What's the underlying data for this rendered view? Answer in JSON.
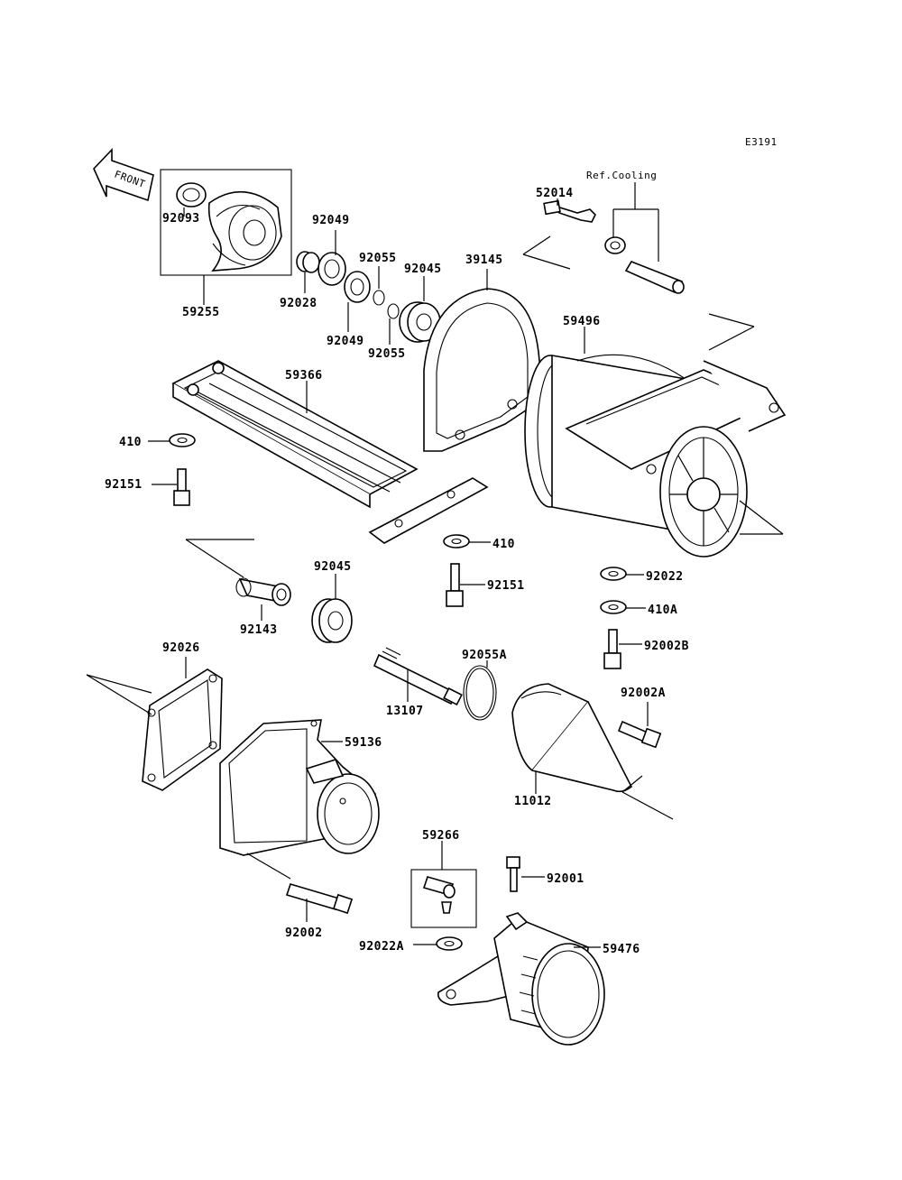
{
  "diagram_code": "E3191",
  "front_label": "FRONT",
  "ref_label": "Ref.Cooling",
  "parts": {
    "p92093": "92093",
    "p59255": "59255",
    "p92049a": "92049",
    "p92028": "92028",
    "p92055a": "92055",
    "p92049b": "92049",
    "p92055b": "92055",
    "p92045a": "92045",
    "p39145": "39145",
    "p52014": "52014",
    "p59496": "59496",
    "p59366": "59366",
    "p410a": "410",
    "p92151a": "92151",
    "p410b": "410",
    "p92151b": "92151",
    "p92022": "92022",
    "p410A": "410A",
    "p92002B": "92002B",
    "p92045b": "92045",
    "p92143": "92143",
    "p92055A": "92055A",
    "p92026": "92026",
    "p13107": "13107",
    "p92002A": "92002A",
    "p59136": "59136",
    "p11012": "11012",
    "p59266": "59266",
    "p92001": "92001",
    "p92002": "92002",
    "p92022A": "92022A",
    "p59476": "59476"
  }
}
